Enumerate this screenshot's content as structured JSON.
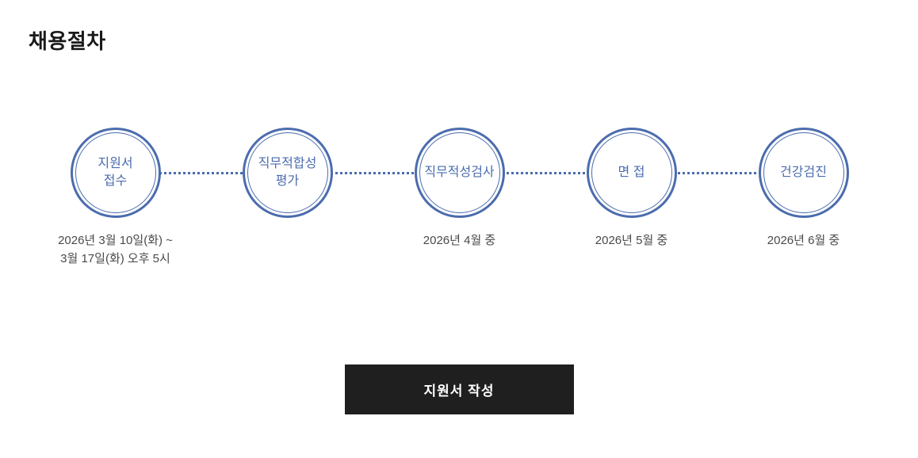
{
  "page": {
    "title": "채용절차"
  },
  "process": {
    "steps": [
      {
        "label": "지원서\n접수",
        "date": "2026년 3월 10일(화) ~\n3월 17일(화) 오후 5시"
      },
      {
        "label": "직무적합성\n평가",
        "date": ""
      },
      {
        "label": "직무적성검사",
        "date": "2026년 4월 중"
      },
      {
        "label": "면 접",
        "date": "2026년 5월 중"
      },
      {
        "label": "건강검진",
        "date": "2026년 6월 중"
      }
    ]
  },
  "colors": {
    "accent_blue": "#4b6cae",
    "button_black": "#1f1f1f"
  },
  "actions": {
    "apply_label": "지원서 작성"
  }
}
